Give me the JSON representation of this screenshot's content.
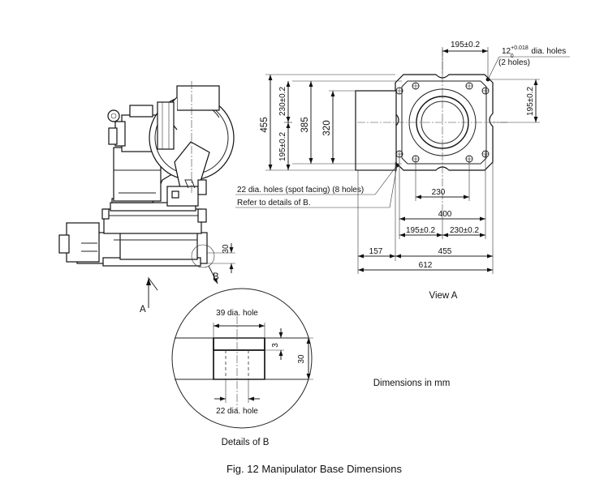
{
  "caption": "Fig. 12   Manipulator Base Dimensions",
  "units_note": "Dimensions in mm",
  "view_a_label": "View A",
  "details_label": "Details of B",
  "arrow_label_a": "A",
  "arrow_label_b": "B",
  "side_view": {
    "height_dim": "30"
  },
  "view_a": {
    "top_dim": "195±0.2",
    "pin_holes_base": "12",
    "pin_holes_sup": "+0.018",
    "pin_holes_sub": "0",
    "pin_holes_text": " dia. holes",
    "pin_holes_count": "(2 holes)",
    "right_dim": "195±0.2",
    "left_dim_455": "455",
    "left_dim_385": "385",
    "left_dim_320": "320",
    "left_dim_230_upper": "230±0.2",
    "left_dim_195_lower": "195±0.2",
    "holes_note_line1": "22 dia. holes (spot facing) (8 holes)",
    "holes_note_line2": "Refer to details of B.",
    "bottom_dim_230": "230",
    "bottom_dim_400": "400",
    "bottom_dim_195": "195±0.2",
    "bottom_dim_230b": "230±0.2",
    "bottom_dim_157": "157",
    "bottom_dim_455": "455",
    "bottom_dim_612": "612"
  },
  "detail_b": {
    "top_label": "39 dia. hole",
    "bottom_label": "22 dia. hole",
    "dim_3": "3",
    "dim_30": "30"
  }
}
